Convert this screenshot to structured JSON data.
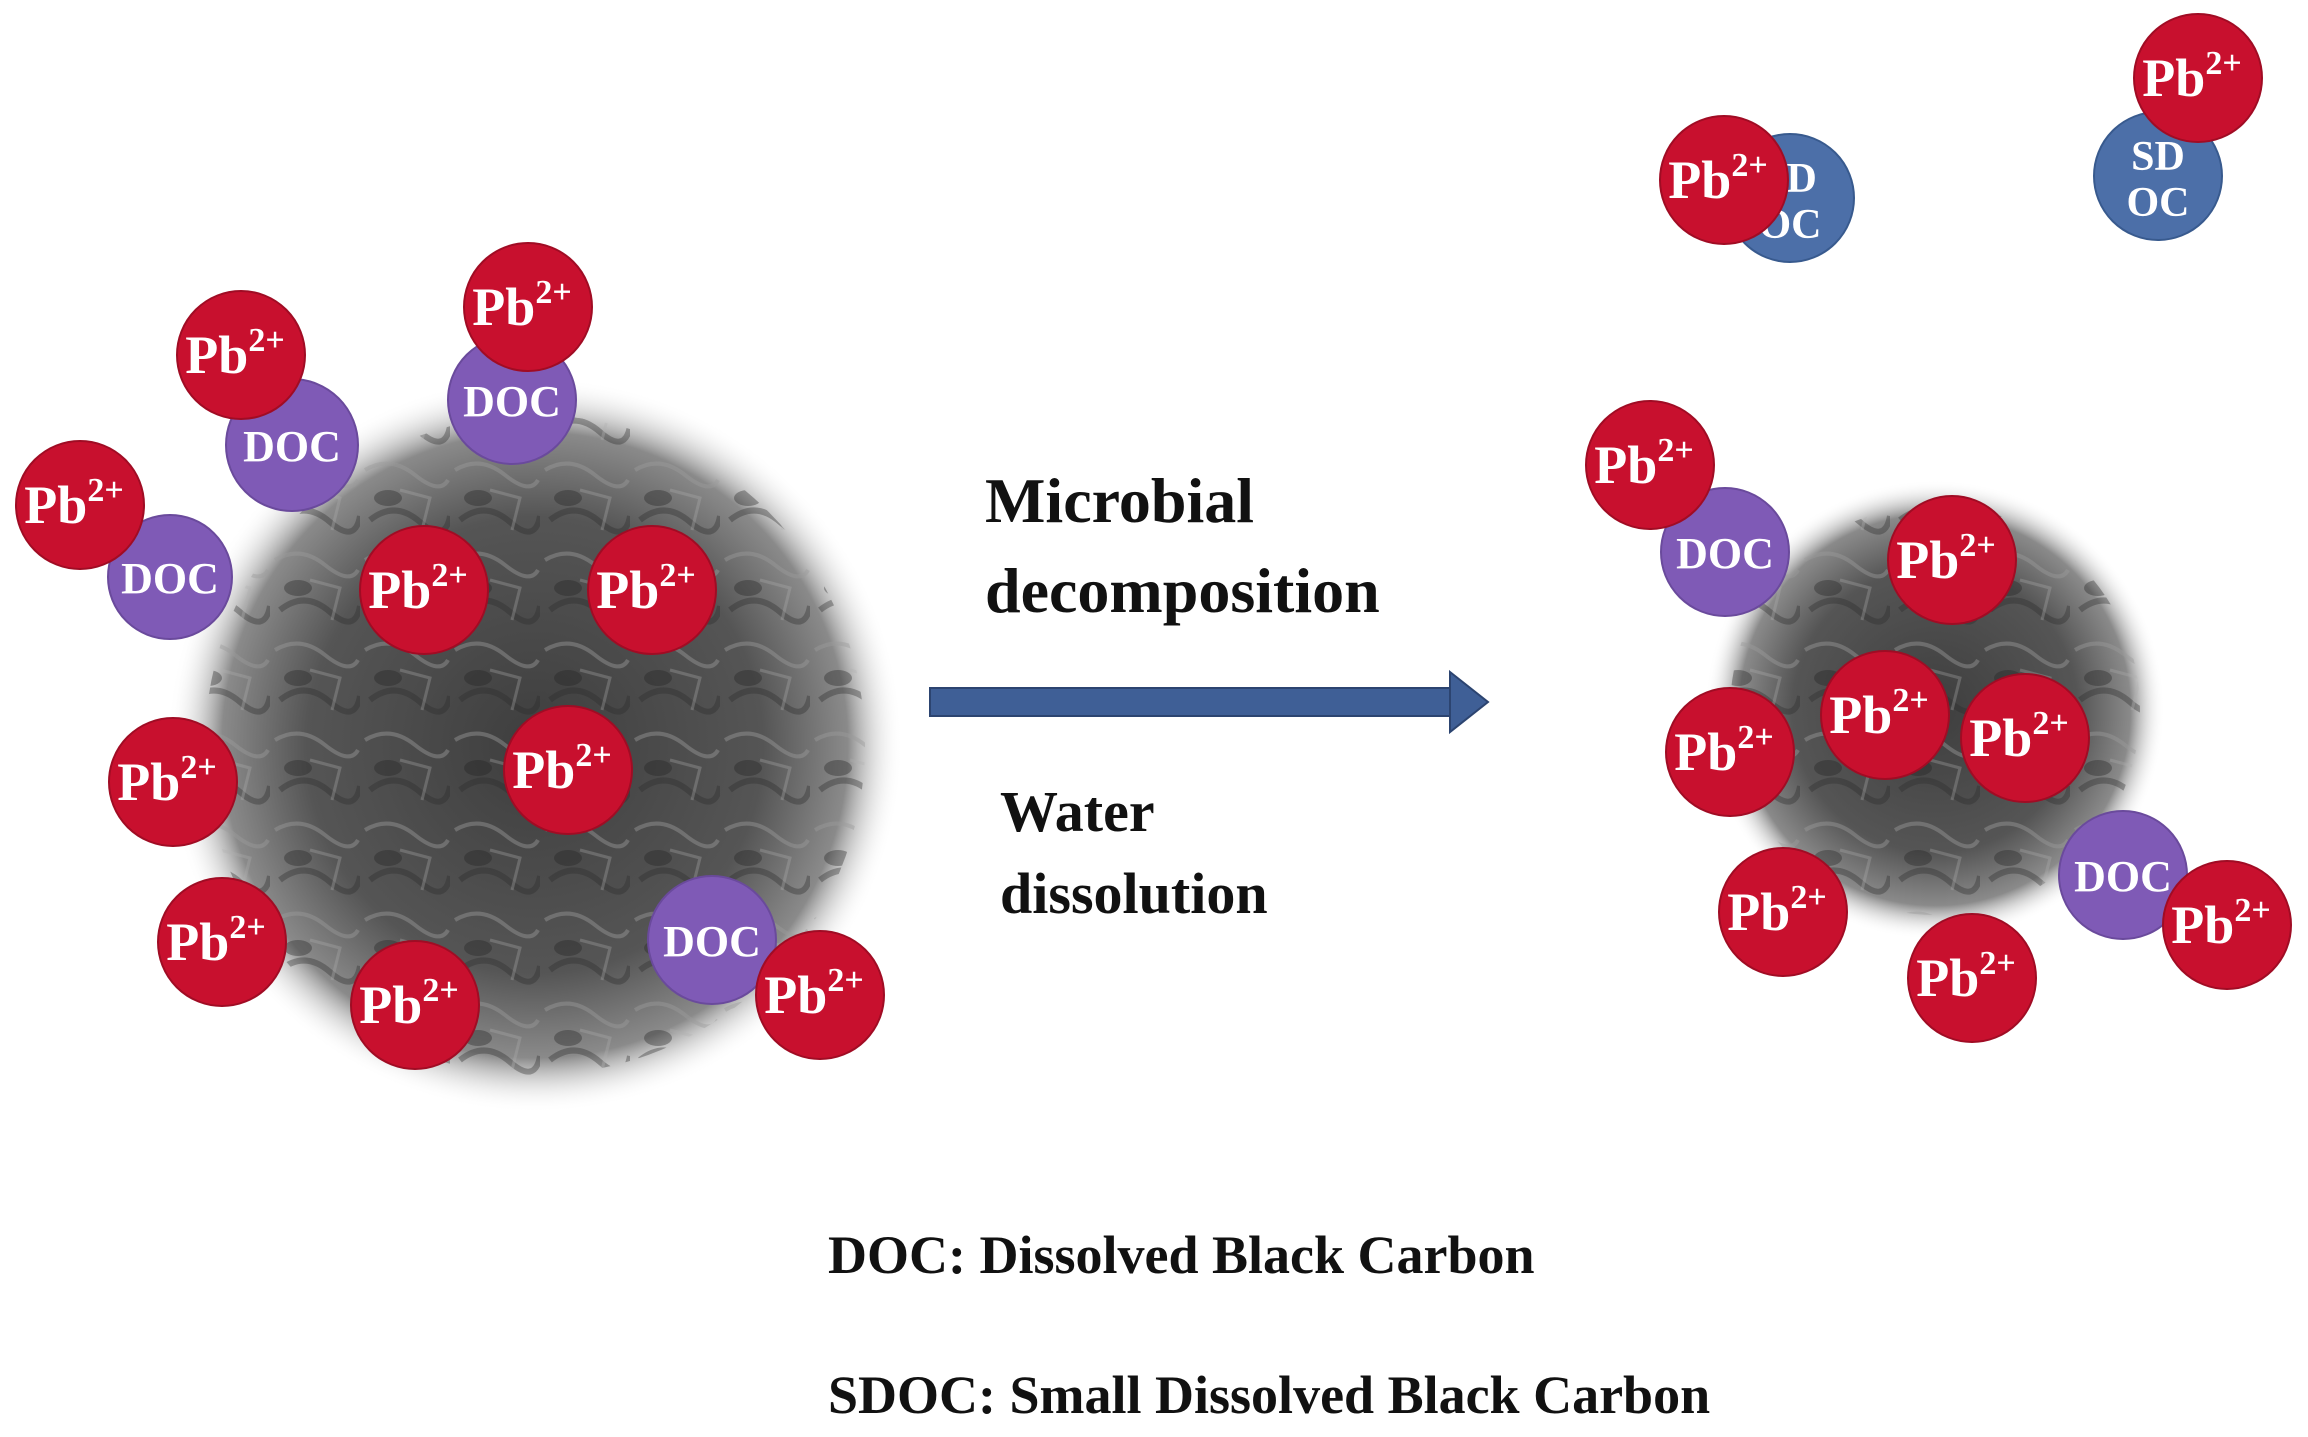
{
  "process": {
    "top_label_line1": "Microbial",
    "top_label_line2": "decomposition",
    "bottom_label_line1": "Water",
    "bottom_label_line2": "dissolution"
  },
  "particle_labels": {
    "ion": "Pb",
    "ion_charge": "2+",
    "doc": "DOC",
    "sdoc_line1": "SD",
    "sdoc_line2": "OC"
  },
  "legend": {
    "doc": "DOC: Dissolved Black Carbon",
    "sdoc": "SDOC:  Small Dissolved Black Carbon"
  },
  "colors": {
    "ion": "#c8102e",
    "doc": "#7f5ab6",
    "sdoc": "#4c6fa8",
    "arrow": "#3f5f96",
    "biochar": "#4d4d4d"
  }
}
